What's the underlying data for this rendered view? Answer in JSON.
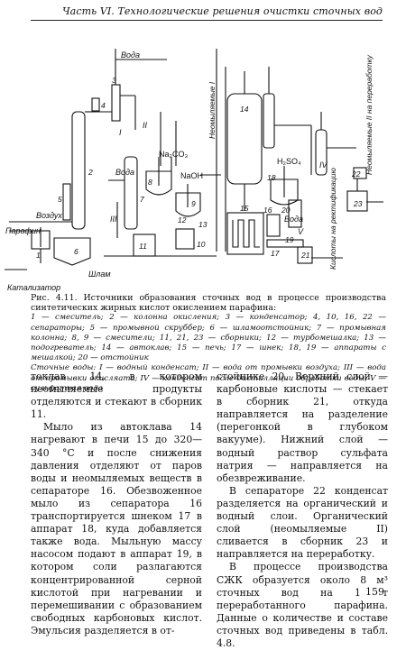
{
  "header": {
    "running_title": "Часть VI. Технологические решения очистки сточных вод"
  },
  "figure": {
    "labels": {
      "voda_top": "Вода",
      "voda_mid": "Вода",
      "voda_right": "Вода",
      "na2co3": "Na₂CO₃",
      "naoh": "NaOH",
      "h2so4": "H₂SO₄",
      "vozduh": "Воздух",
      "parafin": "Парафин",
      "shlam": "Шлам",
      "katalizator": "Катализатор",
      "neomylyaemye": "Неомыляемые I",
      "neomylyaemye_pererabotku": "Неомыляемые II на переработку",
      "kisloty_rektifikaciyu": "Кислоты на ректификацию",
      "stream_I": "I",
      "stream_II": "II",
      "stream_III": "III",
      "stream_IV": "IV",
      "stream_V": "V",
      "n1": "1",
      "n2": "2",
      "n3": "3",
      "n4": "4",
      "n5": "5",
      "n6": "6",
      "n7": "7",
      "n8": "8",
      "n9": "9",
      "n10": "10",
      "n11": "11",
      "n12": "12",
      "n13": "13",
      "n14": "14",
      "n15": "15",
      "n16": "16",
      "n17": "17",
      "n18": "18",
      "n19": "19",
      "n20": "20",
      "n21": "21",
      "n22": "22",
      "n23": "23"
    }
  },
  "caption": {
    "title": "Рис. 4.11. Источники образования сточных вод в процессе производства синтетических жирных кислот окислением парафина:",
    "legend": "1 — смеситель; 2 — колонна окисления; 3 — конденсатор; 4, 10, 16, 22 — сепараторы; 5 — промывной скруббер; 6 — шламоотстойник; 7 — промывная колонна; 8, 9 — смесители; 11, 21, 23 — сборники; 12 — турбомешалка; 13 — подогреватель; 14 — автоклав; 15 — печь; 17 — шнек; 18, 19 — аппараты с мешалкой; 20 — отстойник",
    "streams": "Сточные воды: I — водный конденсат; II — вода от промывки воздуха; III — вода от промывки окисляата; IV — конденсат после дистилляции обработки воды; V — сульфатная вода"
  },
  "body_left": {
    "p1": "токлав 14, в котором неомыляемые продукты отделяются и стекают в сборник 11.",
    "p2": "Мыло из автоклава 14 нагревают в печи 15 до 320—340 °С и после снижения давления отделяют от паров воды и неомыляемых веществ в сепараторе 16. Обезвоженное мыло из сепаратора 16 транспортируется шнеком 17 в аппарат 18, куда добавляется также вода. Мыльную массу насосом подают в аппарат 19, в котором соли разлагаются концентрированной серной кислотой при нагревании и перемешивании с образованием свободных карбоновых кислот. Эмульсия разделяется в от-"
  },
  "body_right": {
    "p1": "стойнике 20. Верхний слой — карбоновые кислоты — стекает в сборник 21, откуда направляется на разделение (перегонкой в глубоком вакууме). Нижний слой — водный раствор сульфата натрия — направляется на обезвреживание.",
    "p2": "В сепараторе 22 конденсат разделяется на органический и водный слои. Органический слой (неомыляемые II) сливается в сборник 23 и направляется на переработку.",
    "p3": "В процессе производства СЖК образуется около 8 м³ сточных вод на 1 т переработанного парафина. Данные о количестве и составе сточных вод приведены в табл. 4.8."
  },
  "page_number": "159"
}
